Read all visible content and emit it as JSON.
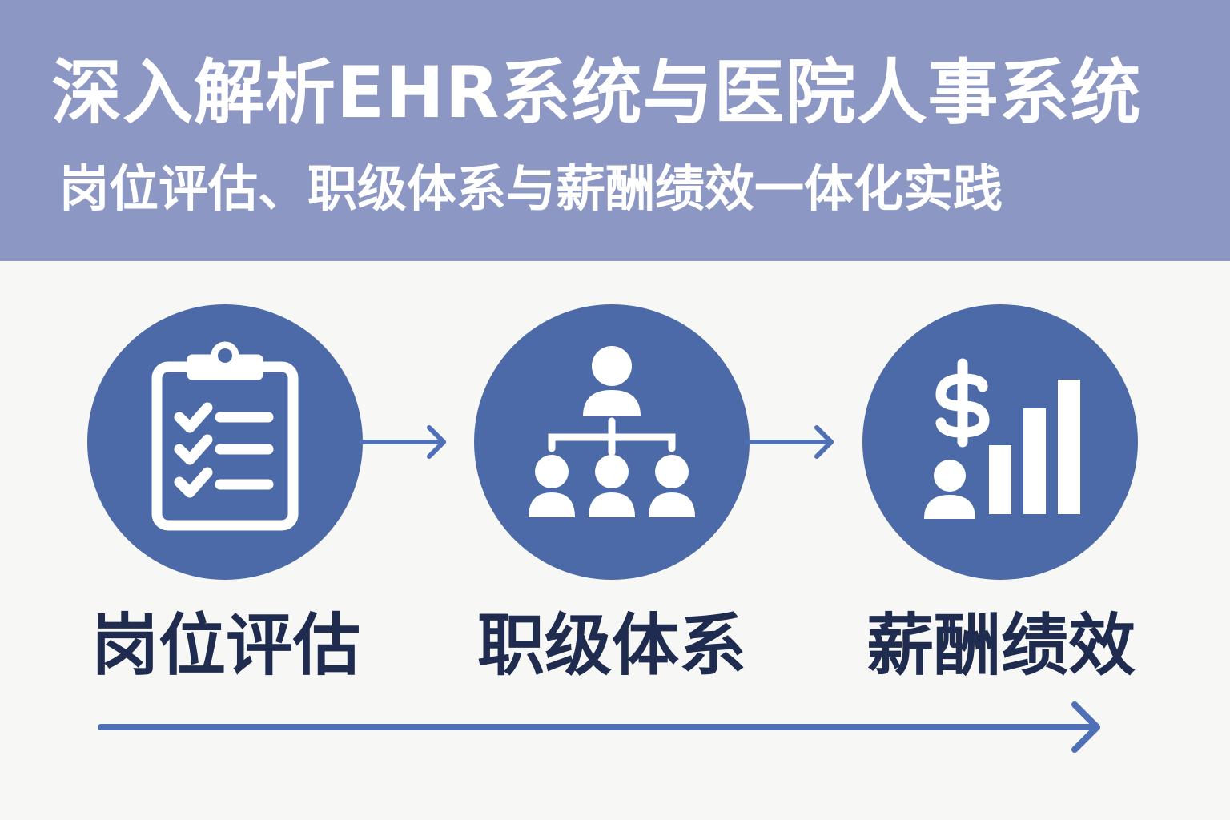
{
  "header": {
    "title": "深入解析EHR系统与医院人事系统",
    "subtitle": "岗位评估、职级体系与薪酬绩效一体化实践"
  },
  "steps": [
    {
      "label": "岗位评估",
      "icon": "clipboard-checklist-icon"
    },
    {
      "label": "职级体系",
      "icon": "org-hierarchy-icon"
    },
    {
      "label": "薪酬绩效",
      "icon": "salary-performance-icon"
    }
  ],
  "colors": {
    "header_bg": "#8d97c4",
    "circle": "#4d6aa8",
    "arrow": "#4f6fb6",
    "label": "#1f2c4f",
    "background": "#f7f7f5"
  }
}
